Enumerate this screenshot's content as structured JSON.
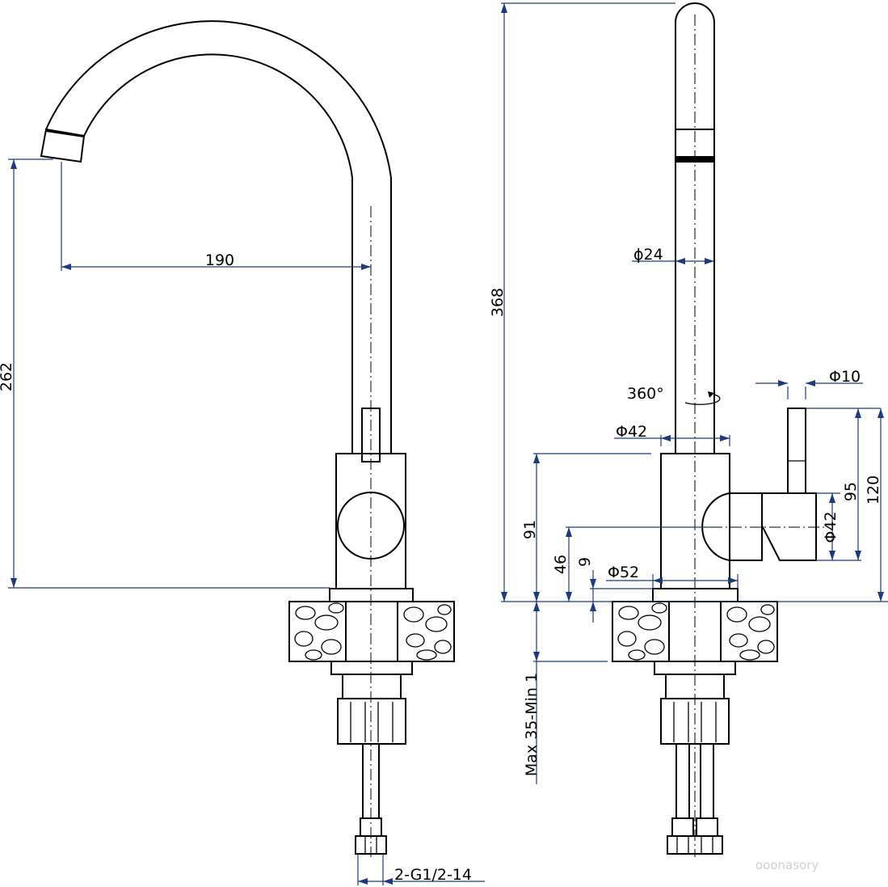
{
  "front_view": {
    "spout_reach": "190",
    "outlet_height": "262",
    "connection_thread": "2-G1/2-14"
  },
  "side_view": {
    "total_height": "368",
    "spout_diameter": "ϕ24",
    "rotation": "360°",
    "handle_diameter": "Φ10",
    "body_diameter": "Φ42",
    "body_height": "91",
    "handle_height": "95",
    "handle_top_height": "120",
    "cartridge_diameter": "Φ42",
    "valve_height": "46",
    "base_height": "9",
    "base_diameter": "Φ52",
    "countertop_thickness": "Max 35-Min 1"
  },
  "watermark": "ooonasory"
}
